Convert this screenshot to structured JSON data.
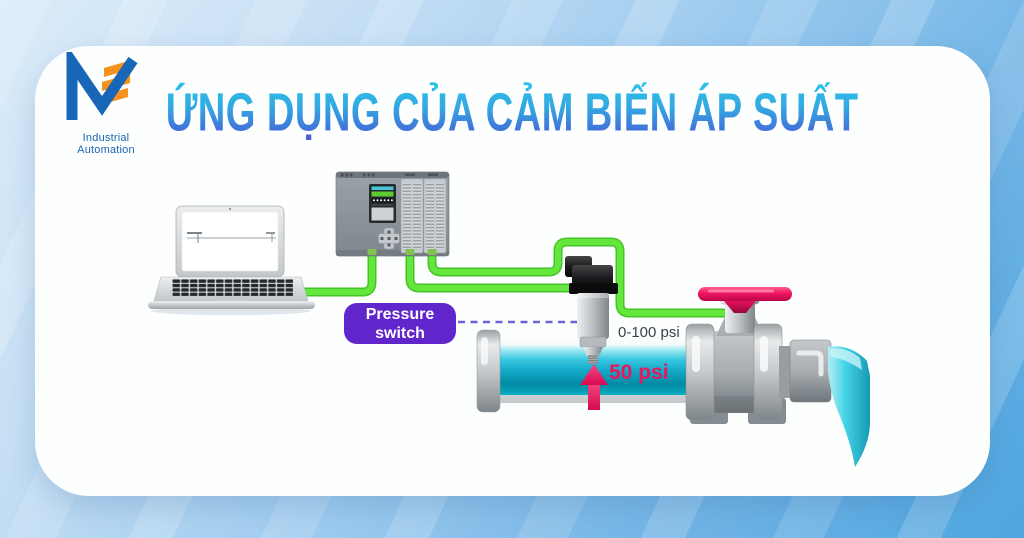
{
  "brand": {
    "name": "Industrial Automation",
    "logo_blue": "#1766b8",
    "logo_orange": "#f5921e"
  },
  "title": {
    "text": "ỨNG DỤNG CỦA CẢM BIẾN ÁP SUẤT",
    "gradient_top": "#2cc3ea",
    "gradient_bottom": "#4a4fd5"
  },
  "diagram": {
    "pressure_switch_label": "Pressure switch",
    "sensor_range_label": "0-100 psi",
    "pipe_pressure_label": "50 psi",
    "colors": {
      "cable_green": "#5cdd36",
      "label_purple": "#6026cb",
      "dashed_line": "#6c63d8",
      "arrow_pink": "#e8175d",
      "pipe_cyan": "#14abca",
      "valve_wheel_red": "#f01563",
      "card_background": "#fdfefe"
    }
  }
}
